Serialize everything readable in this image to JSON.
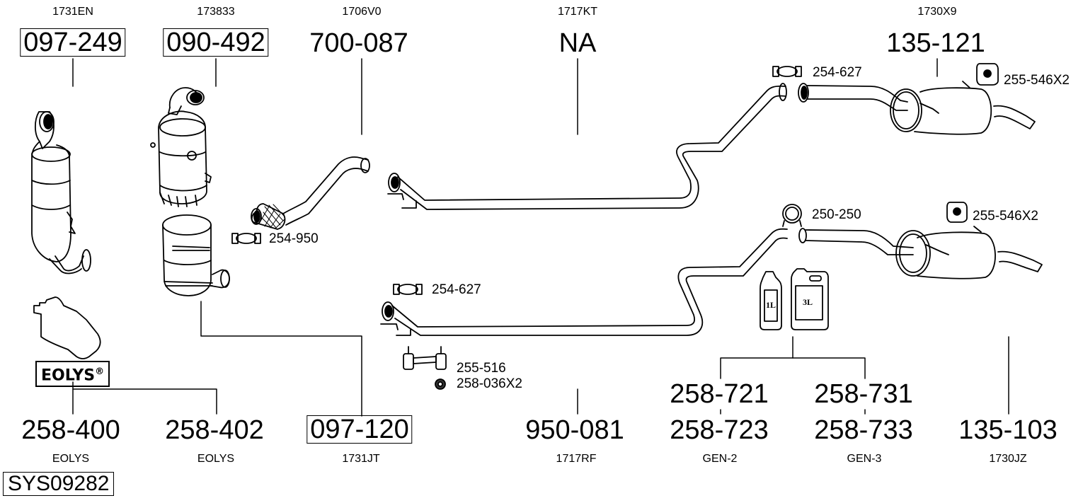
{
  "system_id": "SYS09282",
  "columns": [
    {
      "id": "col1",
      "code": "1731EN",
      "part": "097-249",
      "boxed": true
    },
    {
      "id": "col2",
      "code": "173833",
      "part": "090-492",
      "boxed": true
    },
    {
      "id": "col3",
      "code": "1706V0",
      "part": "700-087",
      "boxed": false
    },
    {
      "id": "col4",
      "code": "1717KT",
      "part": "NA",
      "boxed": false
    },
    {
      "id": "col5",
      "code": "1730X9",
      "part": "135-121",
      "boxed": false
    }
  ],
  "bottom": [
    {
      "id": "b1",
      "part": "258-400",
      "code": "EOLYS"
    },
    {
      "id": "b2",
      "part": "258-402",
      "code": "EOLYS"
    },
    {
      "id": "b3",
      "part": "097-120",
      "code": "1731JT",
      "boxed": true
    },
    {
      "id": "b4",
      "part": "950-081",
      "code": "1717RF"
    },
    {
      "id": "b5",
      "part_top": "258-721",
      "part": "258-723",
      "code": "GEN-2"
    },
    {
      "id": "b6",
      "part_top": "258-731",
      "part": "258-733",
      "code": "GEN-3"
    },
    {
      "id": "b7",
      "part": "135-103",
      "code": "1730JZ"
    }
  ],
  "accessories": {
    "clamp_upper_right": "254-627",
    "hanger_upper_right": "255-546X2",
    "clamp_flex": "254-950",
    "clamp_lower_right": "250-250",
    "hanger_lower_right": "255-546X2",
    "clamp_lower_mid": "254-627",
    "hanger_lower_mid": "255-516",
    "nut_lower_mid": "258-036X2"
  },
  "eolys_badge": {
    "text": "EOLYS",
    "mark": "®"
  },
  "cans": {
    "small": "1L",
    "large": "3L"
  },
  "colors": {
    "line": "#000000",
    "background": "#ffffff",
    "fill": "#ffffff"
  }
}
